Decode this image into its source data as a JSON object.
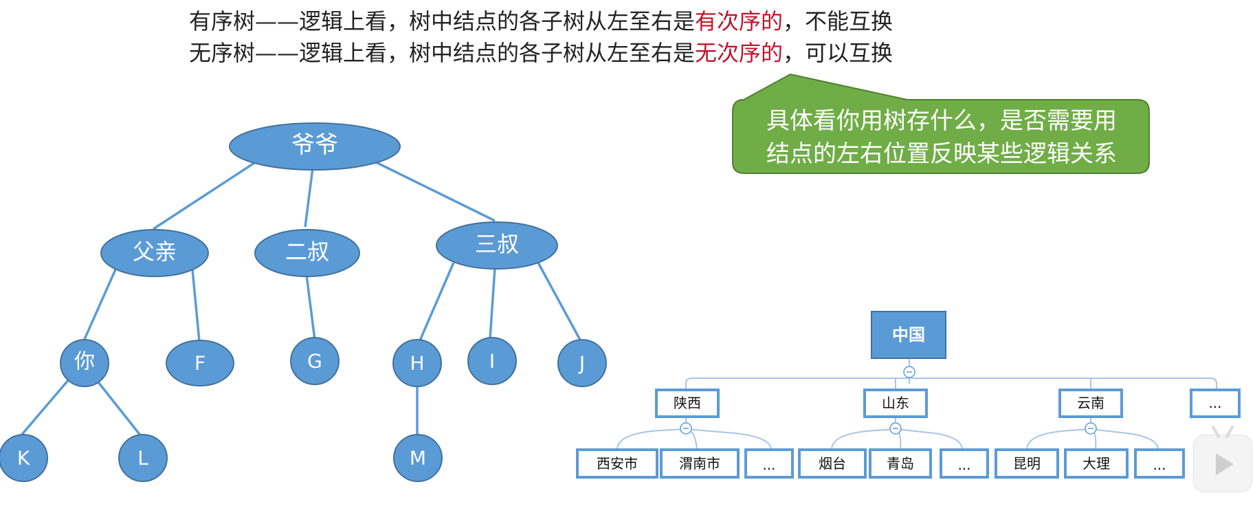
{
  "definitions": {
    "ordered": {
      "prefix": "有序树——逻辑上看，树中结点的各子树从左至右是",
      "highlight": "有次序的",
      "suffix": "，不能互换"
    },
    "unordered": {
      "prefix": "无序树——逻辑上看，树中结点的各子树从左至右是",
      "highlight": "无次序的",
      "suffix": "，可以互换"
    }
  },
  "callout": {
    "line1": "具体看你用树存什么，是否需要用",
    "line2": "结点的左右位置反映某些逻辑关系"
  },
  "family_tree": {
    "root": "爷爷",
    "children": [
      "父亲",
      "二叔",
      "三叔"
    ],
    "grandchildren": [
      "你",
      "F",
      "G",
      "H",
      "I",
      "J"
    ],
    "great_grandchildren": [
      "K",
      "L",
      "M"
    ]
  },
  "region_tree": {
    "root": "中国",
    "provinces": [
      "陕西",
      "山东",
      "云南",
      "..."
    ],
    "cities": [
      "西安市",
      "渭南市",
      "...",
      "烟台",
      "青岛",
      "...",
      "昆明",
      "大理",
      "..."
    ]
  },
  "colors": {
    "node_fill": "#5b9bd5",
    "node_stroke": "#41719c",
    "edge": "#5b9bd5",
    "callout_fill": "#70ad47",
    "callout_stroke": "#507e32",
    "highlight_text": "#c0142a",
    "box_border": "#5b9bd5"
  },
  "icons": {
    "player": "play-button-icon"
  }
}
